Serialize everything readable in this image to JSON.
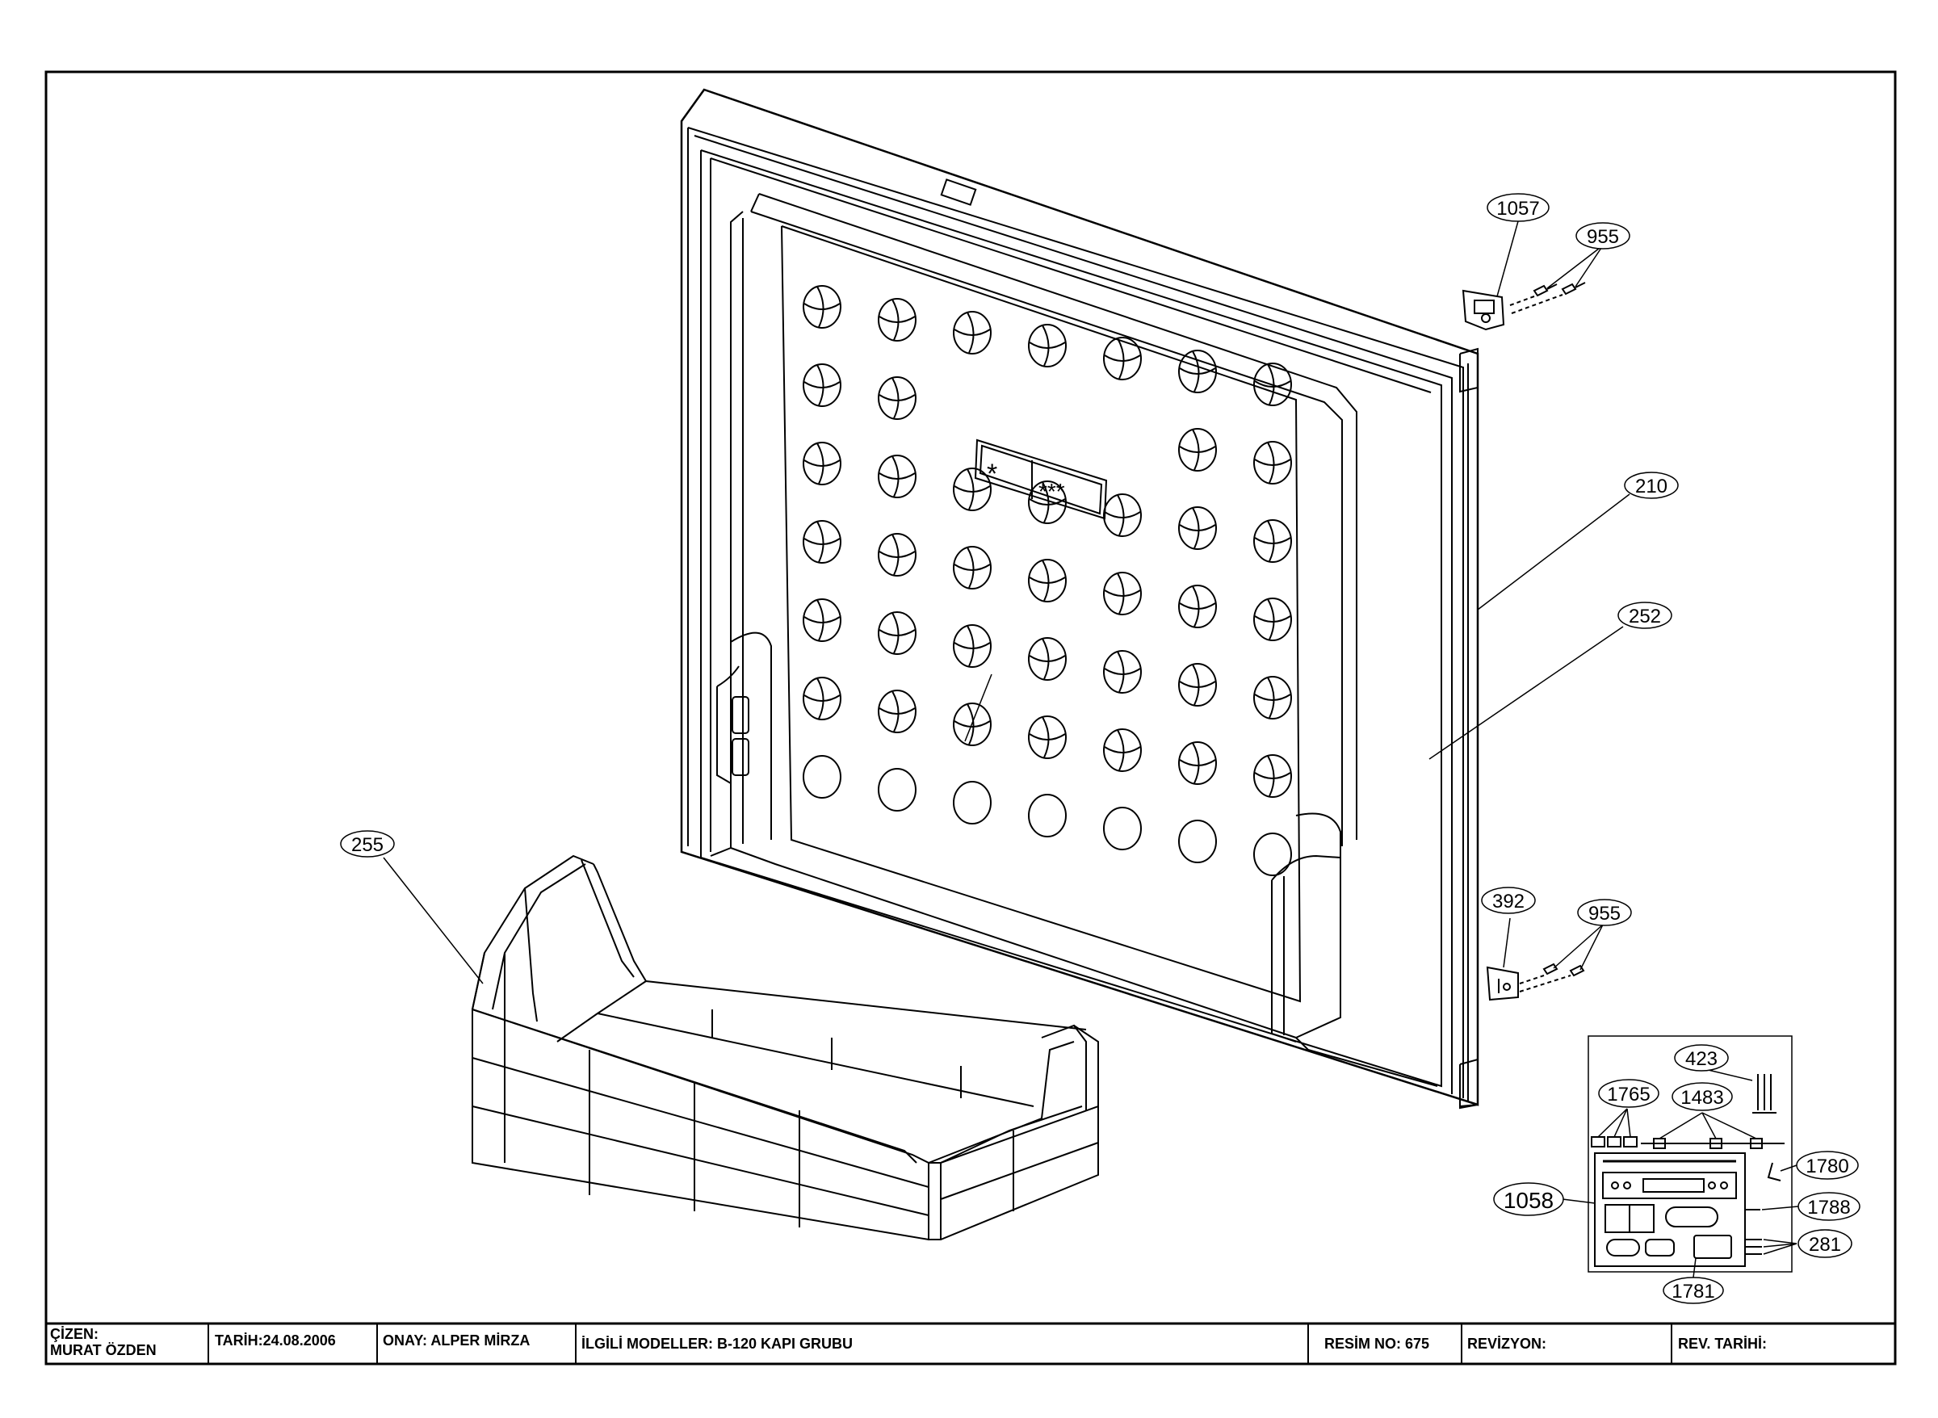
{
  "callouts": [
    {
      "id": "c1057",
      "label": "1057"
    },
    {
      "id": "c955a",
      "label": "955"
    },
    {
      "id": "c210",
      "label": "210"
    },
    {
      "id": "c252",
      "label": "252"
    },
    {
      "id": "c255",
      "label": "255"
    },
    {
      "id": "c392",
      "label": "392"
    },
    {
      "id": "c955b",
      "label": "955"
    },
    {
      "id": "c423",
      "label": "423"
    },
    {
      "id": "c1765",
      "label": "1765"
    },
    {
      "id": "c1483",
      "label": "1483"
    },
    {
      "id": "c1780",
      "label": "1780"
    },
    {
      "id": "c1058",
      "label": "1058"
    },
    {
      "id": "c1788",
      "label": "1788"
    },
    {
      "id": "c281",
      "label": "281"
    },
    {
      "id": "c1781",
      "label": "1781"
    }
  ],
  "title_block": {
    "drawn_label": "ÇİZEN:",
    "drawn_name": "MURAT ÖZDEN",
    "date": "TARİH:24.08.2006",
    "approval": "ONAY: ALPER MİRZA",
    "models": "İLGİLİ MODELLER: B-120 KAPI GRUBU",
    "drawing_no": "RESİM NO: 675",
    "revision": "REVİZYON:",
    "revision_date": "REV. TARİHİ:"
  },
  "colors": {
    "line": "#000000",
    "paper": "#ffffff"
  }
}
